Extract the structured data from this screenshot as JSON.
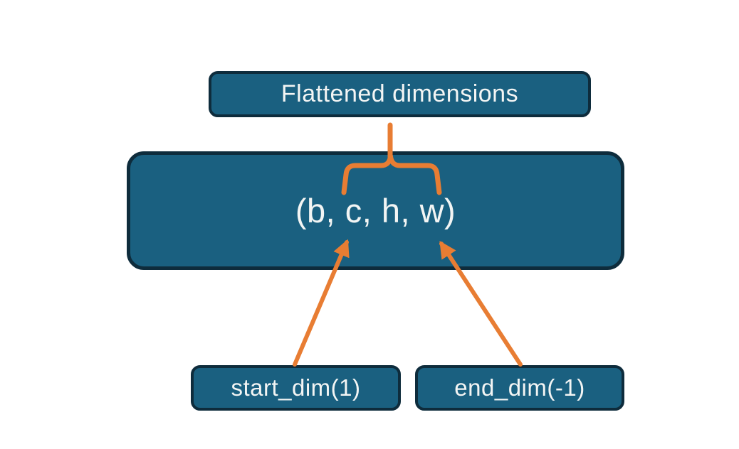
{
  "colors": {
    "background": "#FFFFFF",
    "box_fill": "#1A6080",
    "box_border": "#0E2C3C",
    "accent_orange": "#E87D33",
    "text": "#F3F5F4"
  },
  "nodes": {
    "flattened": {
      "label": "Flattened dimensions"
    },
    "tensor": {
      "label": "(b, c, h, w)"
    },
    "start_dim": {
      "label": "start_dim(1)"
    },
    "end_dim": {
      "label": "end_dim(-1)"
    }
  }
}
